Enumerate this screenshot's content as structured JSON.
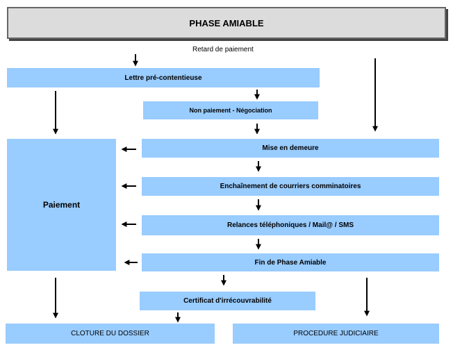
{
  "header": {
    "title": "PHASE AMIABLE"
  },
  "start_label": "Retard de paiement",
  "nodes": {
    "lettre": "Lettre pré-contentieuse",
    "non_paiement": "Non paiement  -  Négociation",
    "mise_demeure": "Mise en demeure",
    "enchainement": "Enchaînement de courriers comminatoires",
    "relances": "Relances téléphoniques / Mail@ / SMS",
    "fin_phase": "Fin de Phase Amiable",
    "certificat": "Certificat d'irrécouvrabilité",
    "paiement": "Paiement",
    "cloture": "CLOTURE  DU  DOSSIER",
    "procedure": "PROCEDURE  JUDICIAIRE"
  }
}
